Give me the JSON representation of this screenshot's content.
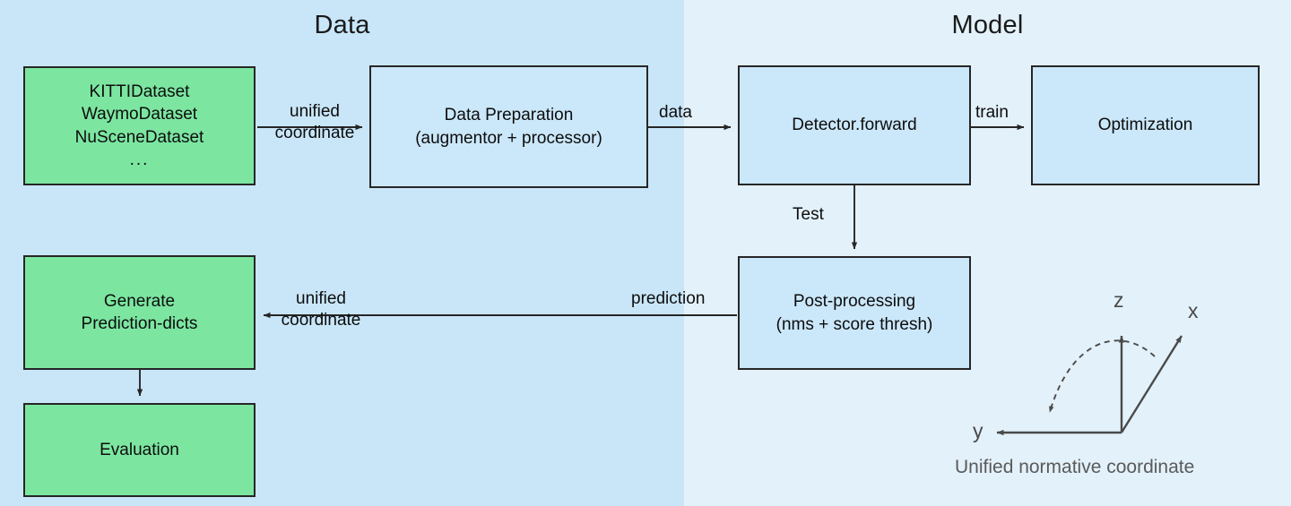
{
  "panels": {
    "data": {
      "title": "Data",
      "color": "#c9e6f9"
    },
    "model": {
      "title": "Model",
      "color": "#e3f1fa"
    }
  },
  "colors": {
    "green_node": "#7ce6a1",
    "blue_node": "#cbe7fa",
    "border": "#262626",
    "axis": "#4a4a4a",
    "caption": "#5a5a5a"
  },
  "nodes": {
    "datasets": {
      "lines": [
        "KITTIDataset",
        "WaymoDataset",
        "NuSceneDataset"
      ],
      "ellipsis": "...",
      "fill": "green"
    },
    "data_preparation": {
      "lines": [
        "Data Preparation",
        "(augmentor + processor)"
      ],
      "fill": "blue"
    },
    "detector_forward": {
      "lines": [
        "Detector.forward"
      ],
      "fill": "blue"
    },
    "optimization": {
      "lines": [
        "Optimization"
      ],
      "fill": "blue"
    },
    "post_processing": {
      "lines": [
        "Post-processing",
        "(nms + score thresh)"
      ],
      "fill": "blue"
    },
    "generate_prediction_dicts": {
      "lines": [
        "Generate",
        "Prediction-dicts"
      ],
      "fill": "green"
    },
    "evaluation": {
      "lines": [
        "Evaluation"
      ],
      "fill": "green"
    }
  },
  "edges": {
    "datasets_to_prep": {
      "line1": "unified",
      "line2": "coordinate"
    },
    "prep_to_detector": {
      "line1": "data"
    },
    "detector_to_optimization": {
      "line1": "train"
    },
    "detector_to_post": {
      "line1": "Test"
    },
    "post_to_generate": {
      "line1": "prediction"
    },
    "post_to_generate_left": {
      "line1": "unified",
      "line2": "coordinate"
    }
  },
  "coordinate_figure": {
    "axis_x": "x",
    "axis_y": "y",
    "axis_z": "z",
    "caption": "Unified normative coordinate"
  }
}
